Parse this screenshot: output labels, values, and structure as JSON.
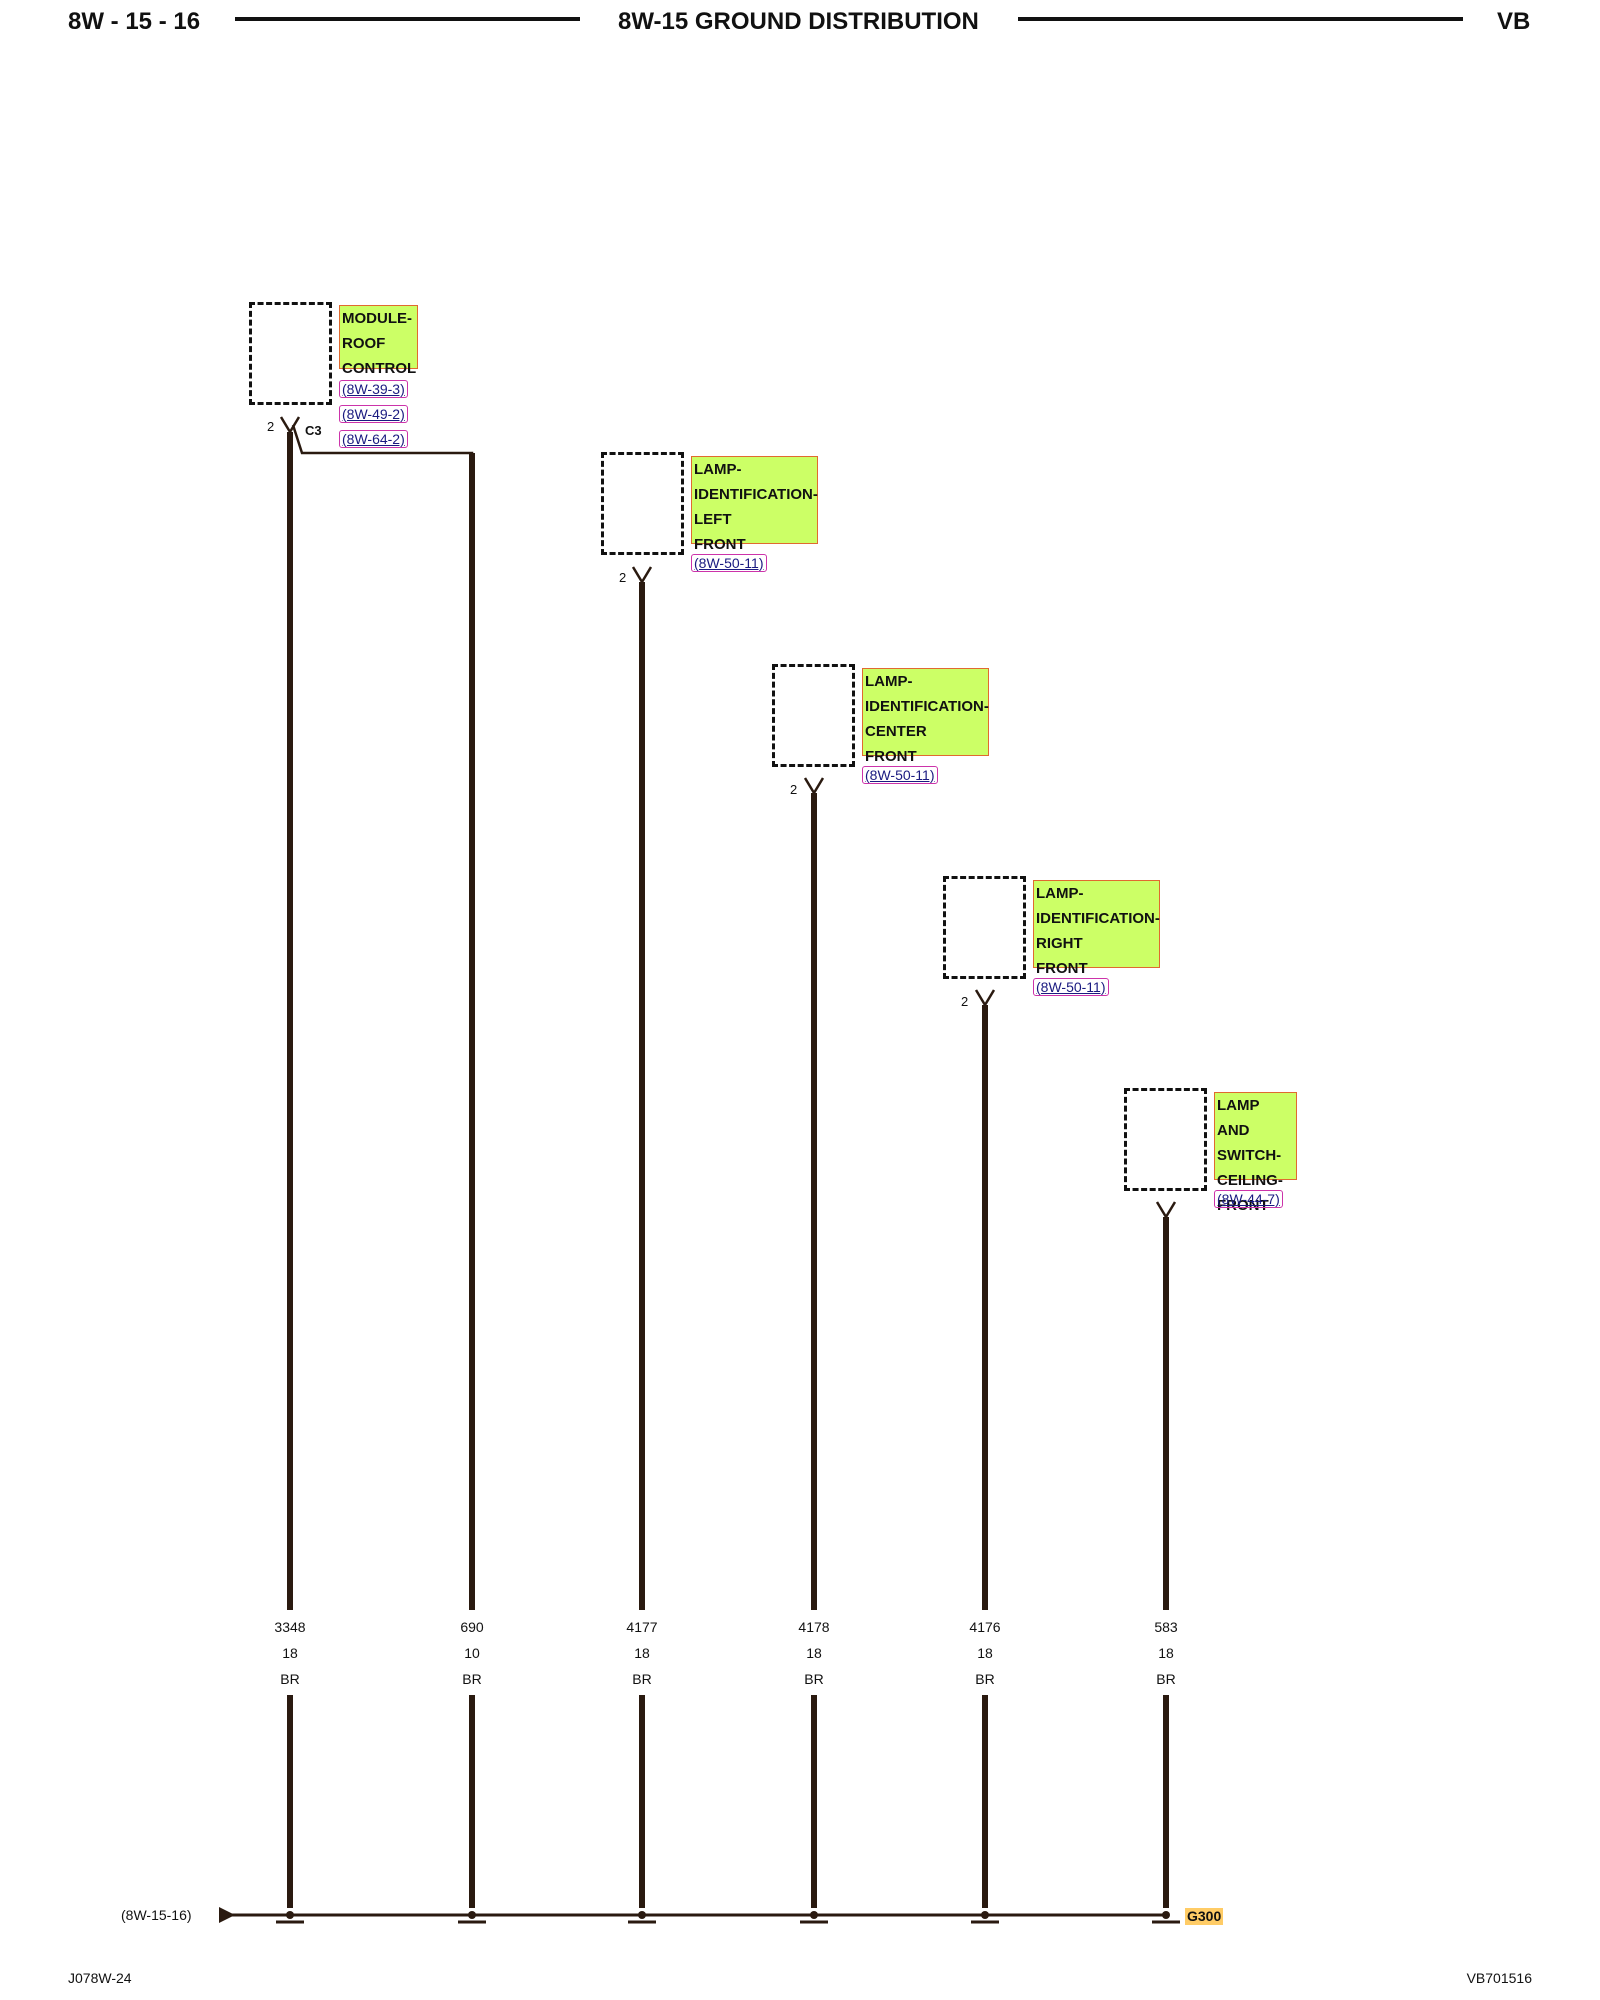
{
  "header": {
    "left": "8W - 15 - 16",
    "title": "8W-15 GROUND DISTRIBUTION",
    "right": "VB"
  },
  "components": [
    {
      "label": "MODULE-\nROOF\nCONTROL",
      "pin": "2",
      "connector": "C3",
      "refs": [
        "(8W-39-3)",
        "(8W-49-2)",
        "(8W-64-2)"
      ]
    },
    {
      "label": "LAMP-\nIDENTIFICATION-\nLEFT\nFRONT",
      "pin": "2",
      "refs": [
        "(8W-50-11)"
      ]
    },
    {
      "label": "LAMP-\nIDENTIFICATION-\nCENTER\nFRONT",
      "pin": "2",
      "refs": [
        "(8W-50-11)"
      ]
    },
    {
      "label": "LAMP-\nIDENTIFICATION-\nRIGHT\nFRONT",
      "pin": "2",
      "refs": [
        "(8W-50-11)"
      ]
    },
    {
      "label": "LAMP AND\nSWITCH-\nCEILING-\nFRONT",
      "pin": "",
      "refs": [
        "(8W-44-7)"
      ]
    }
  ],
  "wires": [
    {
      "circuit": "3348",
      "gauge": "18",
      "color": "BR"
    },
    {
      "circuit": "690",
      "gauge": "10",
      "color": "BR"
    },
    {
      "circuit": "4177",
      "gauge": "18",
      "color": "BR"
    },
    {
      "circuit": "4178",
      "gauge": "18",
      "color": "BR"
    },
    {
      "circuit": "4176",
      "gauge": "18",
      "color": "BR"
    },
    {
      "circuit": "583",
      "gauge": "18",
      "color": "BR"
    }
  ],
  "bus": {
    "ref": "(8W-15-16)",
    "ground": "G300"
  },
  "footer": {
    "left": "J078W-24",
    "right": "VB701516"
  },
  "colors": {
    "label_fill": "#ccff66",
    "label_border": "#e06a30",
    "ref_border": "#cc33aa",
    "ground_fill": "#ffcc66",
    "wire": "#2a1a10"
  }
}
